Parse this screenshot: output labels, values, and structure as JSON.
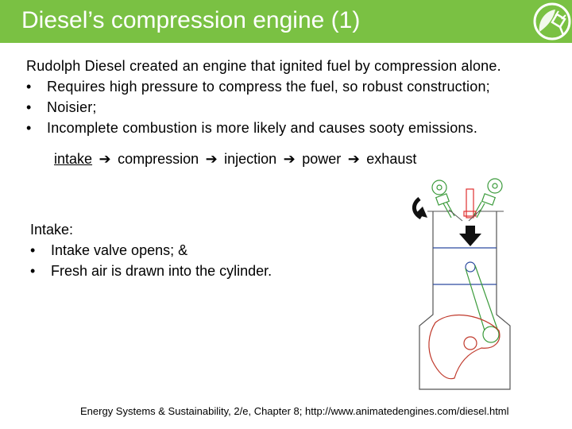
{
  "slide": {
    "title": "Diesel’s compression engine (1)"
  },
  "intro": {
    "text": "Rudolph Diesel created an engine that ignited fuel by compression alone.",
    "bullets": [
      "Requires high pressure to compress the fuel, so robust construction;",
      "Noisier;",
      "Incomplete combustion is more likely and causes sooty emissions."
    ]
  },
  "sequence": {
    "steps": [
      "intake",
      "compression",
      "injection",
      "power",
      "exhaust"
    ]
  },
  "intake_section": {
    "heading": "Intake:",
    "bullets": [
      "Intake valve opens; &",
      "Fresh air is drawn into the cylinder."
    ]
  },
  "footer": {
    "citation": "Energy Systems & Sustainability, 2/e, Chapter 8; http://www.animatedengines.com/diesel.html"
  },
  "colors": {
    "title_bar": "#7ac143",
    "valve_green": "#3a9a3a",
    "crank_red": "#c0392b",
    "injector_red": "#e03030",
    "outline_blue": "#2c4aa0"
  },
  "icons": {
    "logo": "leaf-plug-icon",
    "bullet_arrow": "arrow-right-icon"
  }
}
